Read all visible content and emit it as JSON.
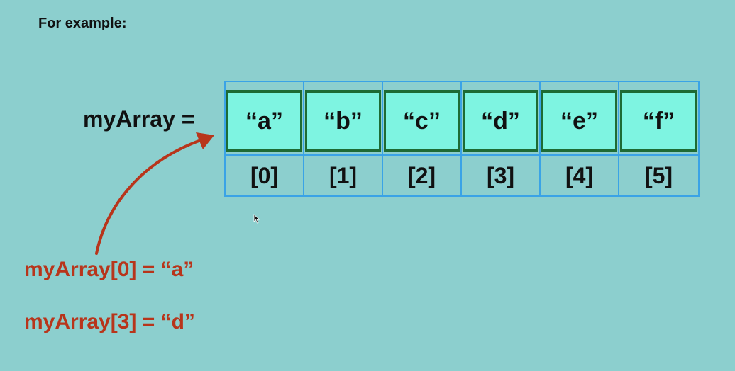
{
  "intro": "For example:",
  "array_label": "myArray =",
  "values": [
    "“a”",
    "“b”",
    "“c”",
    "“d”",
    "“e”",
    "“f”"
  ],
  "indices": [
    "[0]",
    "[1]",
    "[2]",
    "[3]",
    "[4]",
    "[5]"
  ],
  "examples": [
    "myArray[0] = “a”",
    "myArray[3] = “d”"
  ],
  "colors": {
    "background": "#8ccfce",
    "cell_fill": "#7ef4e1",
    "cell_border": "#1d6b34",
    "grid_border": "#3aa3e6",
    "example_text": "#b8351b",
    "arrow": "#b8351b"
  }
}
